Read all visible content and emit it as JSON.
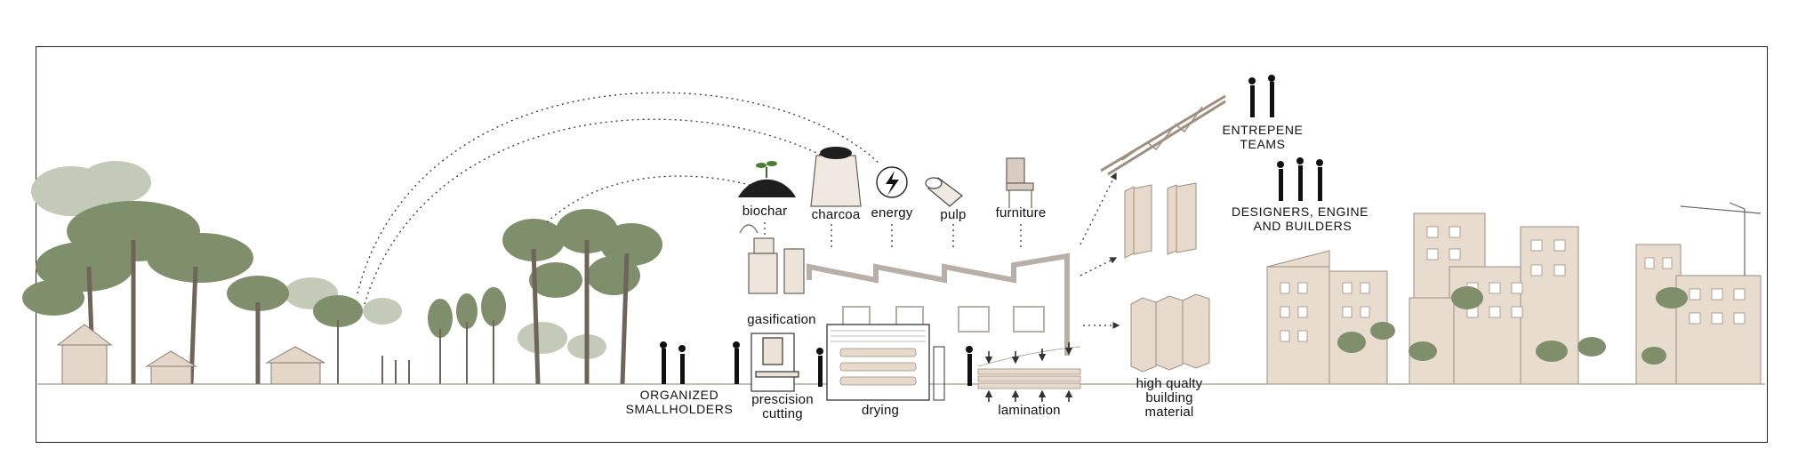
{
  "labels": {
    "smallholders": [
      "ORGANIZED",
      "SMALLHOLDERS"
    ],
    "biochar": "biochar",
    "charcoal": "charcoa",
    "energy": "energy",
    "pulp": "pulp",
    "furniture": "furniture",
    "gasification": "gasification",
    "cutting": [
      "prescision",
      "cutting"
    ],
    "drying": "drying",
    "lamination": "lamination",
    "material": [
      "high qualty",
      "building",
      "material"
    ],
    "entrepreneurs": [
      "ENTREPENE",
      "TEAMS"
    ],
    "designers": [
      "DESIGNERS, ENGINE",
      "AND BUILDERS"
    ]
  },
  "colors": {
    "tree_dark": "#7c8c68",
    "tree_light": "#b9c2ad",
    "factory": "#b8b0a8",
    "timber": "#e7d9cb",
    "building": "#e6d6c6",
    "ink": "#111111"
  }
}
